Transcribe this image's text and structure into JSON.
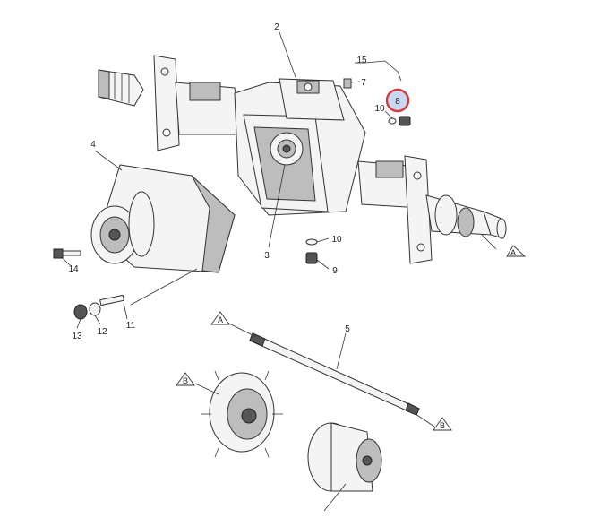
{
  "callouts": {
    "c1": "2",
    "c2": "15",
    "c3": "7",
    "c4": "8",
    "c5": "10",
    "c6": "4",
    "c7": "3",
    "c8": "10",
    "c9": "9",
    "c10": "14",
    "c11": "11",
    "c12": "13",
    "c13": "12",
    "c14": "5"
  },
  "references": {
    "a_right": "A",
    "a_shaft": "A",
    "b_shaft": "B",
    "b_hub": "B"
  },
  "highlight": {
    "callout": "8",
    "ring_color": "#d63a3a",
    "fill_color": "#c9d7f2"
  }
}
